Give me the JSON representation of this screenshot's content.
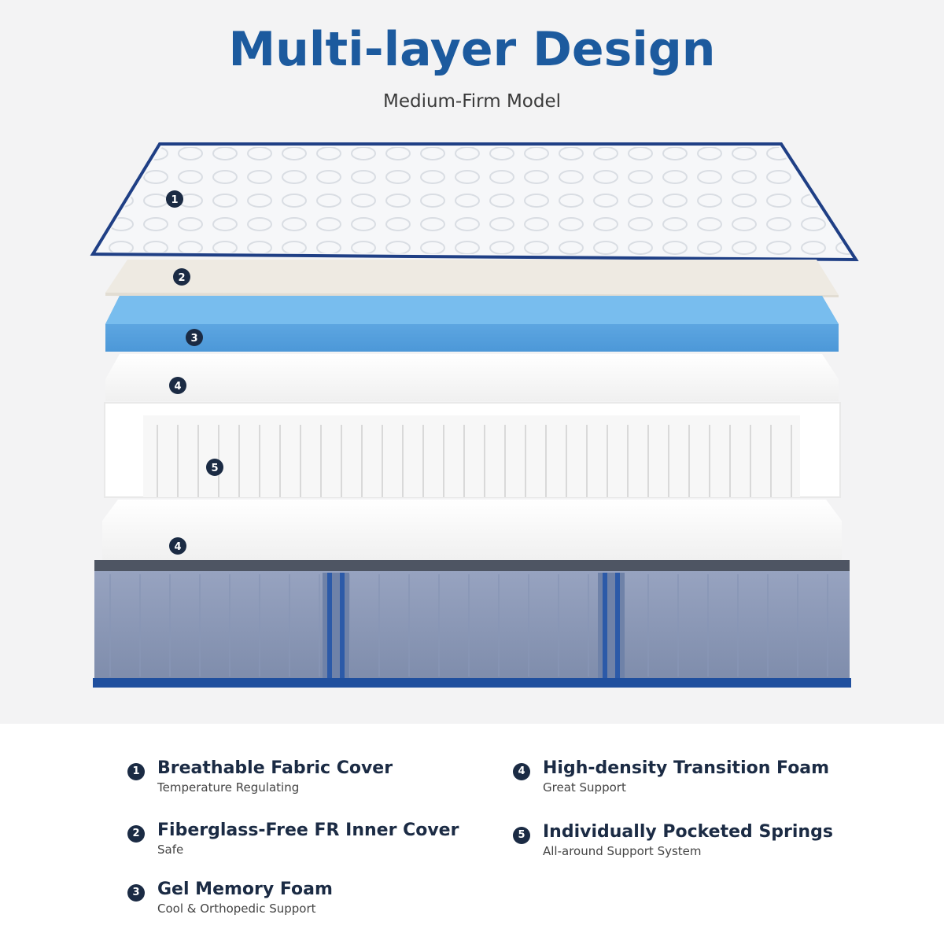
{
  "header": {
    "title": "Multi-layer Design",
    "subtitle": "Medium-Firm Model"
  },
  "diagram": {
    "markers": [
      "1",
      "2",
      "3",
      "4",
      "5",
      "4"
    ]
  },
  "legend": [
    {
      "num": "1",
      "title": "Breathable Fabric Cover",
      "subtitle": "Temperature Regulating"
    },
    {
      "num": "2",
      "title": "Fiberglass-Free FR Inner Cover",
      "subtitle": "Safe"
    },
    {
      "num": "3",
      "title": "Gel Memory Foam",
      "subtitle": "Cool & Orthopedic Support"
    },
    {
      "num": "4",
      "title": "High-density Transition Foam",
      "subtitle": "Great Support"
    },
    {
      "num": "5",
      "title": "Individually Pocketed Springs",
      "subtitle": "All-around Support System"
    }
  ],
  "colors": {
    "title_blue": "#1c5a9e",
    "gel_blue": "#5ba6e2",
    "cover_edge": "#1f3f85",
    "base_grey": "#8a98b8",
    "marker": "#1b2b44"
  }
}
